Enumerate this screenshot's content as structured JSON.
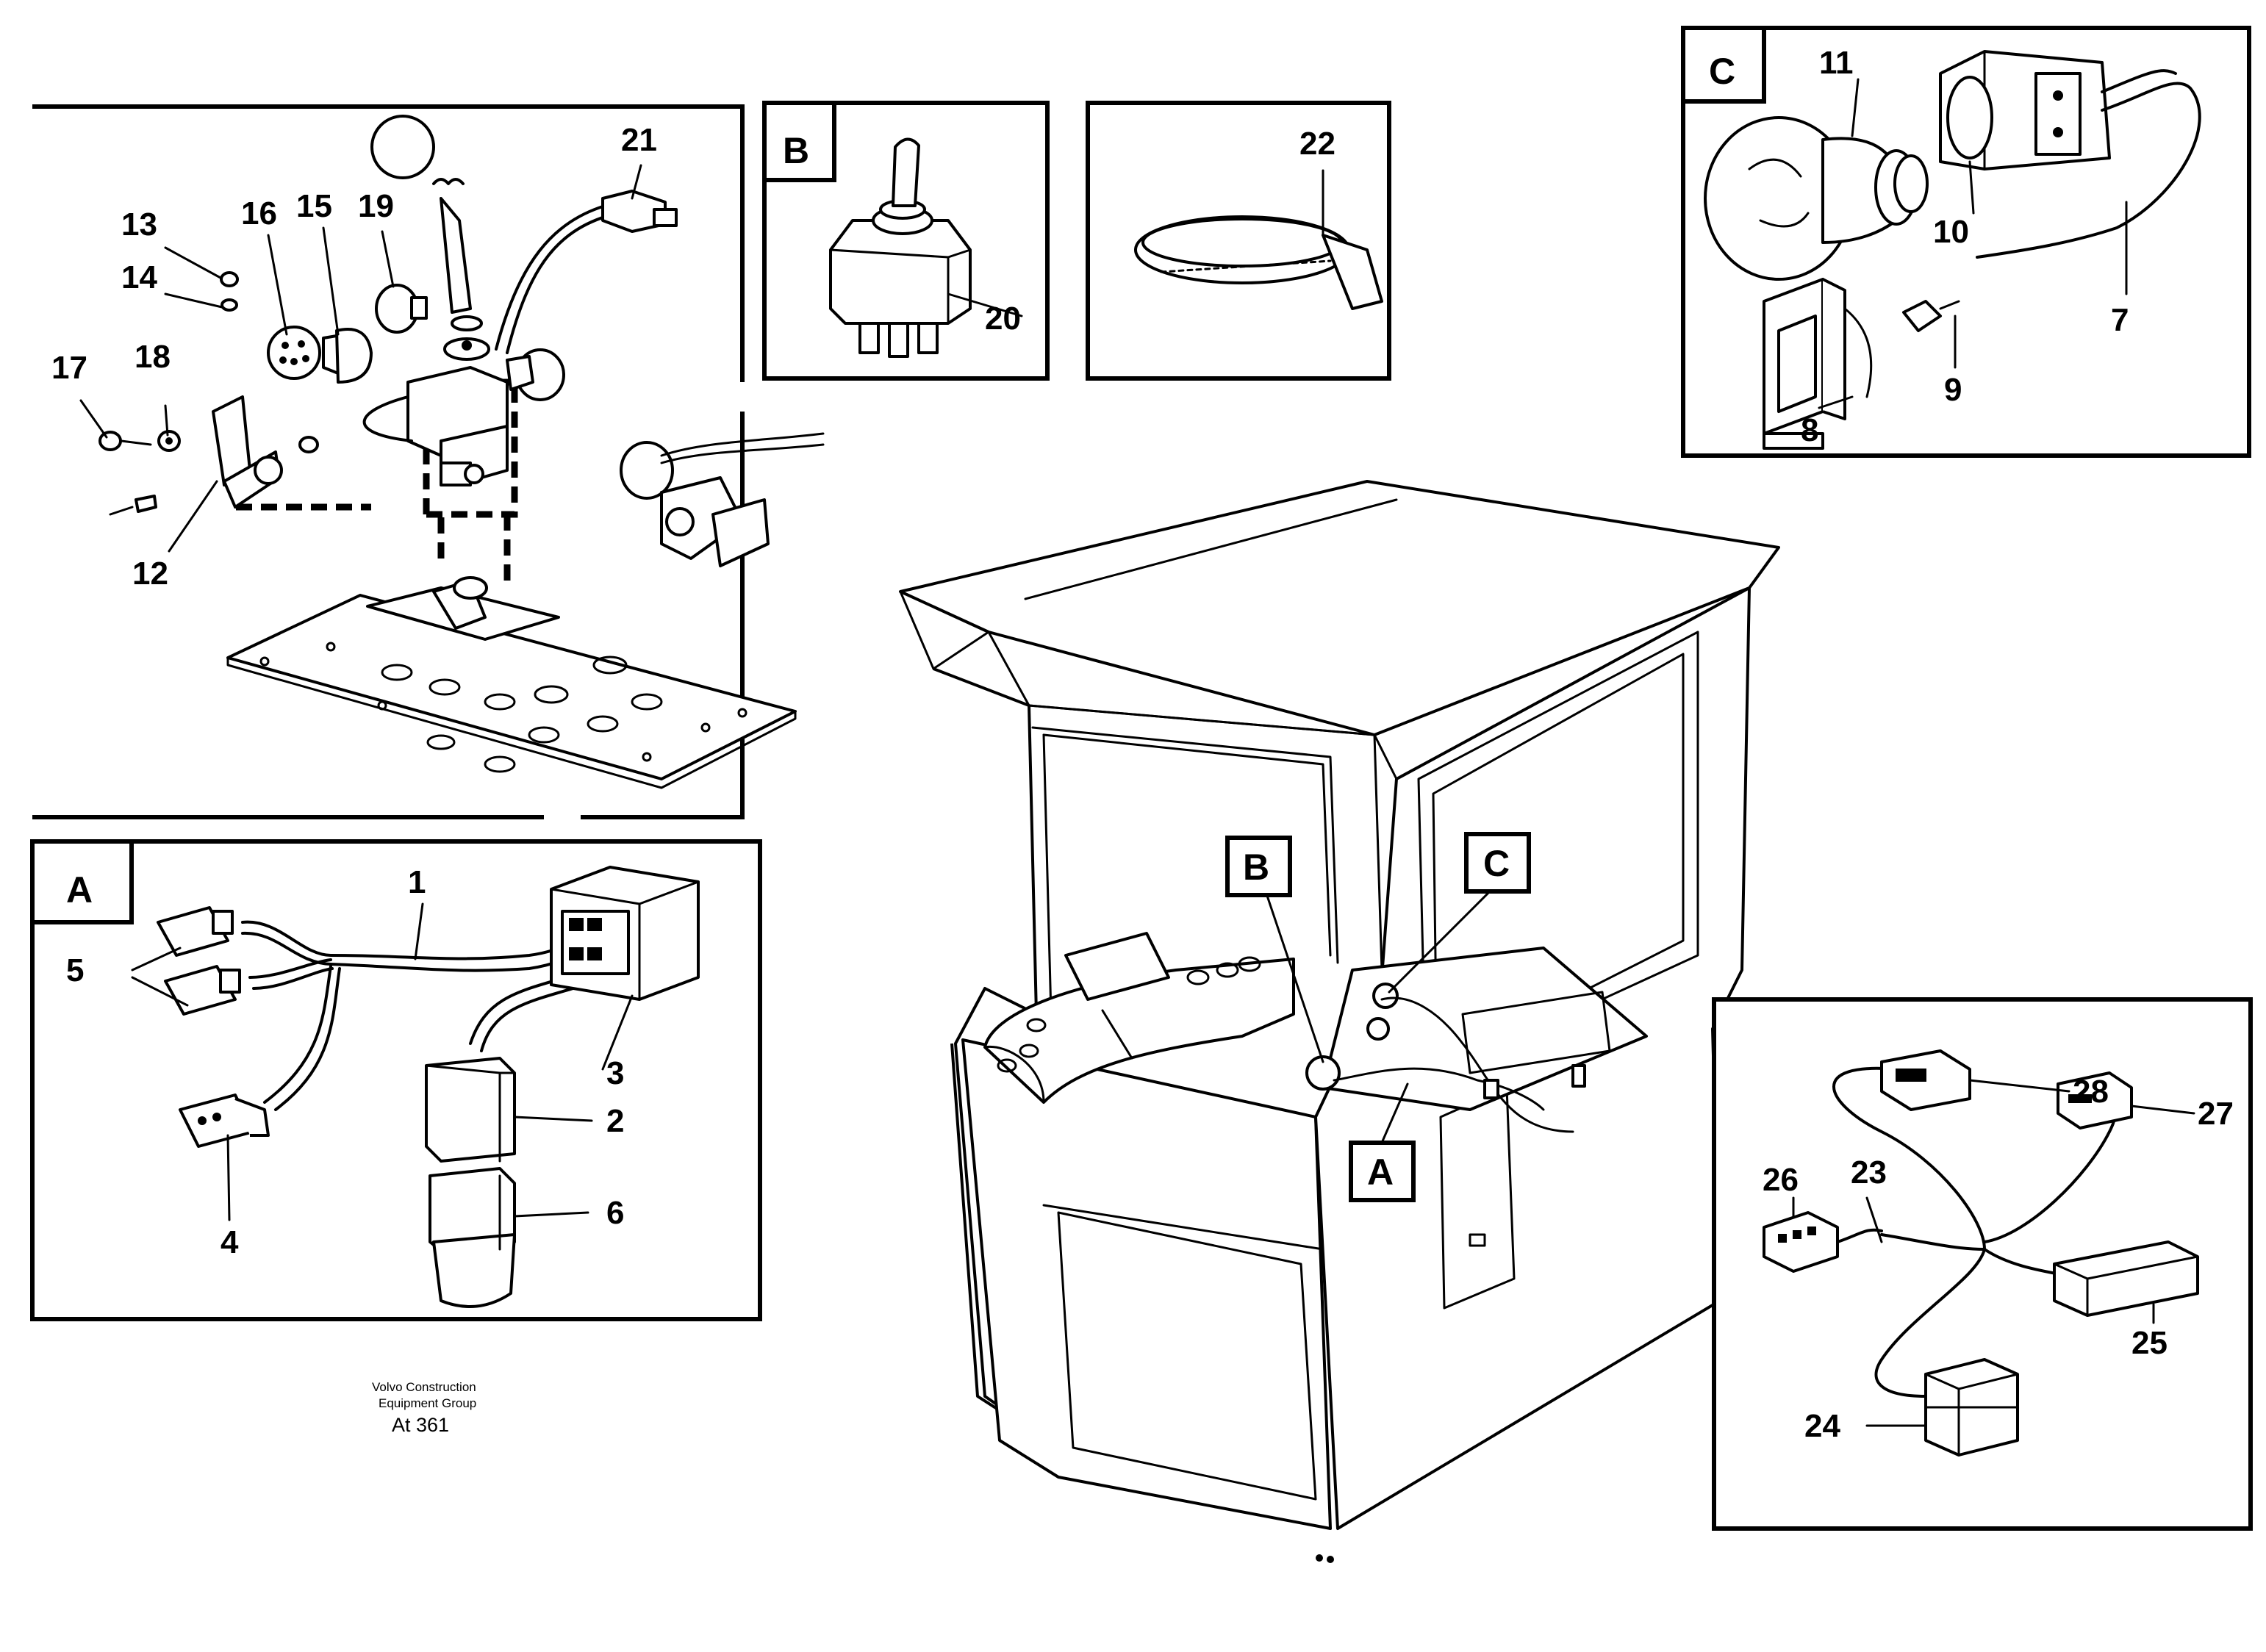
{
  "detail_boxes": {
    "A": "A",
    "B": "B",
    "C": "C"
  },
  "cab_callouts": {
    "A": "A",
    "B": "B",
    "C": "C"
  },
  "part_numbers": {
    "p1": "1",
    "p2": "2",
    "p3": "3",
    "p4": "4",
    "p5": "5",
    "p6": "6",
    "p7": "7",
    "p8": "8",
    "p9": "9",
    "p10": "10",
    "p11": "11",
    "p12": "12",
    "p13": "13",
    "p14": "14",
    "p15": "15",
    "p16": "16",
    "p17": "17",
    "p18": "18",
    "p19": "19",
    "p20": "20",
    "p21": "21",
    "p22": "22",
    "p23": "23",
    "p24": "24",
    "p25": "25",
    "p26": "26",
    "p27": "27",
    "p28": "28"
  },
  "footer": {
    "line1": "Volvo Construction",
    "line2": "Equipment Group",
    "drawing_ref": "At 361"
  }
}
